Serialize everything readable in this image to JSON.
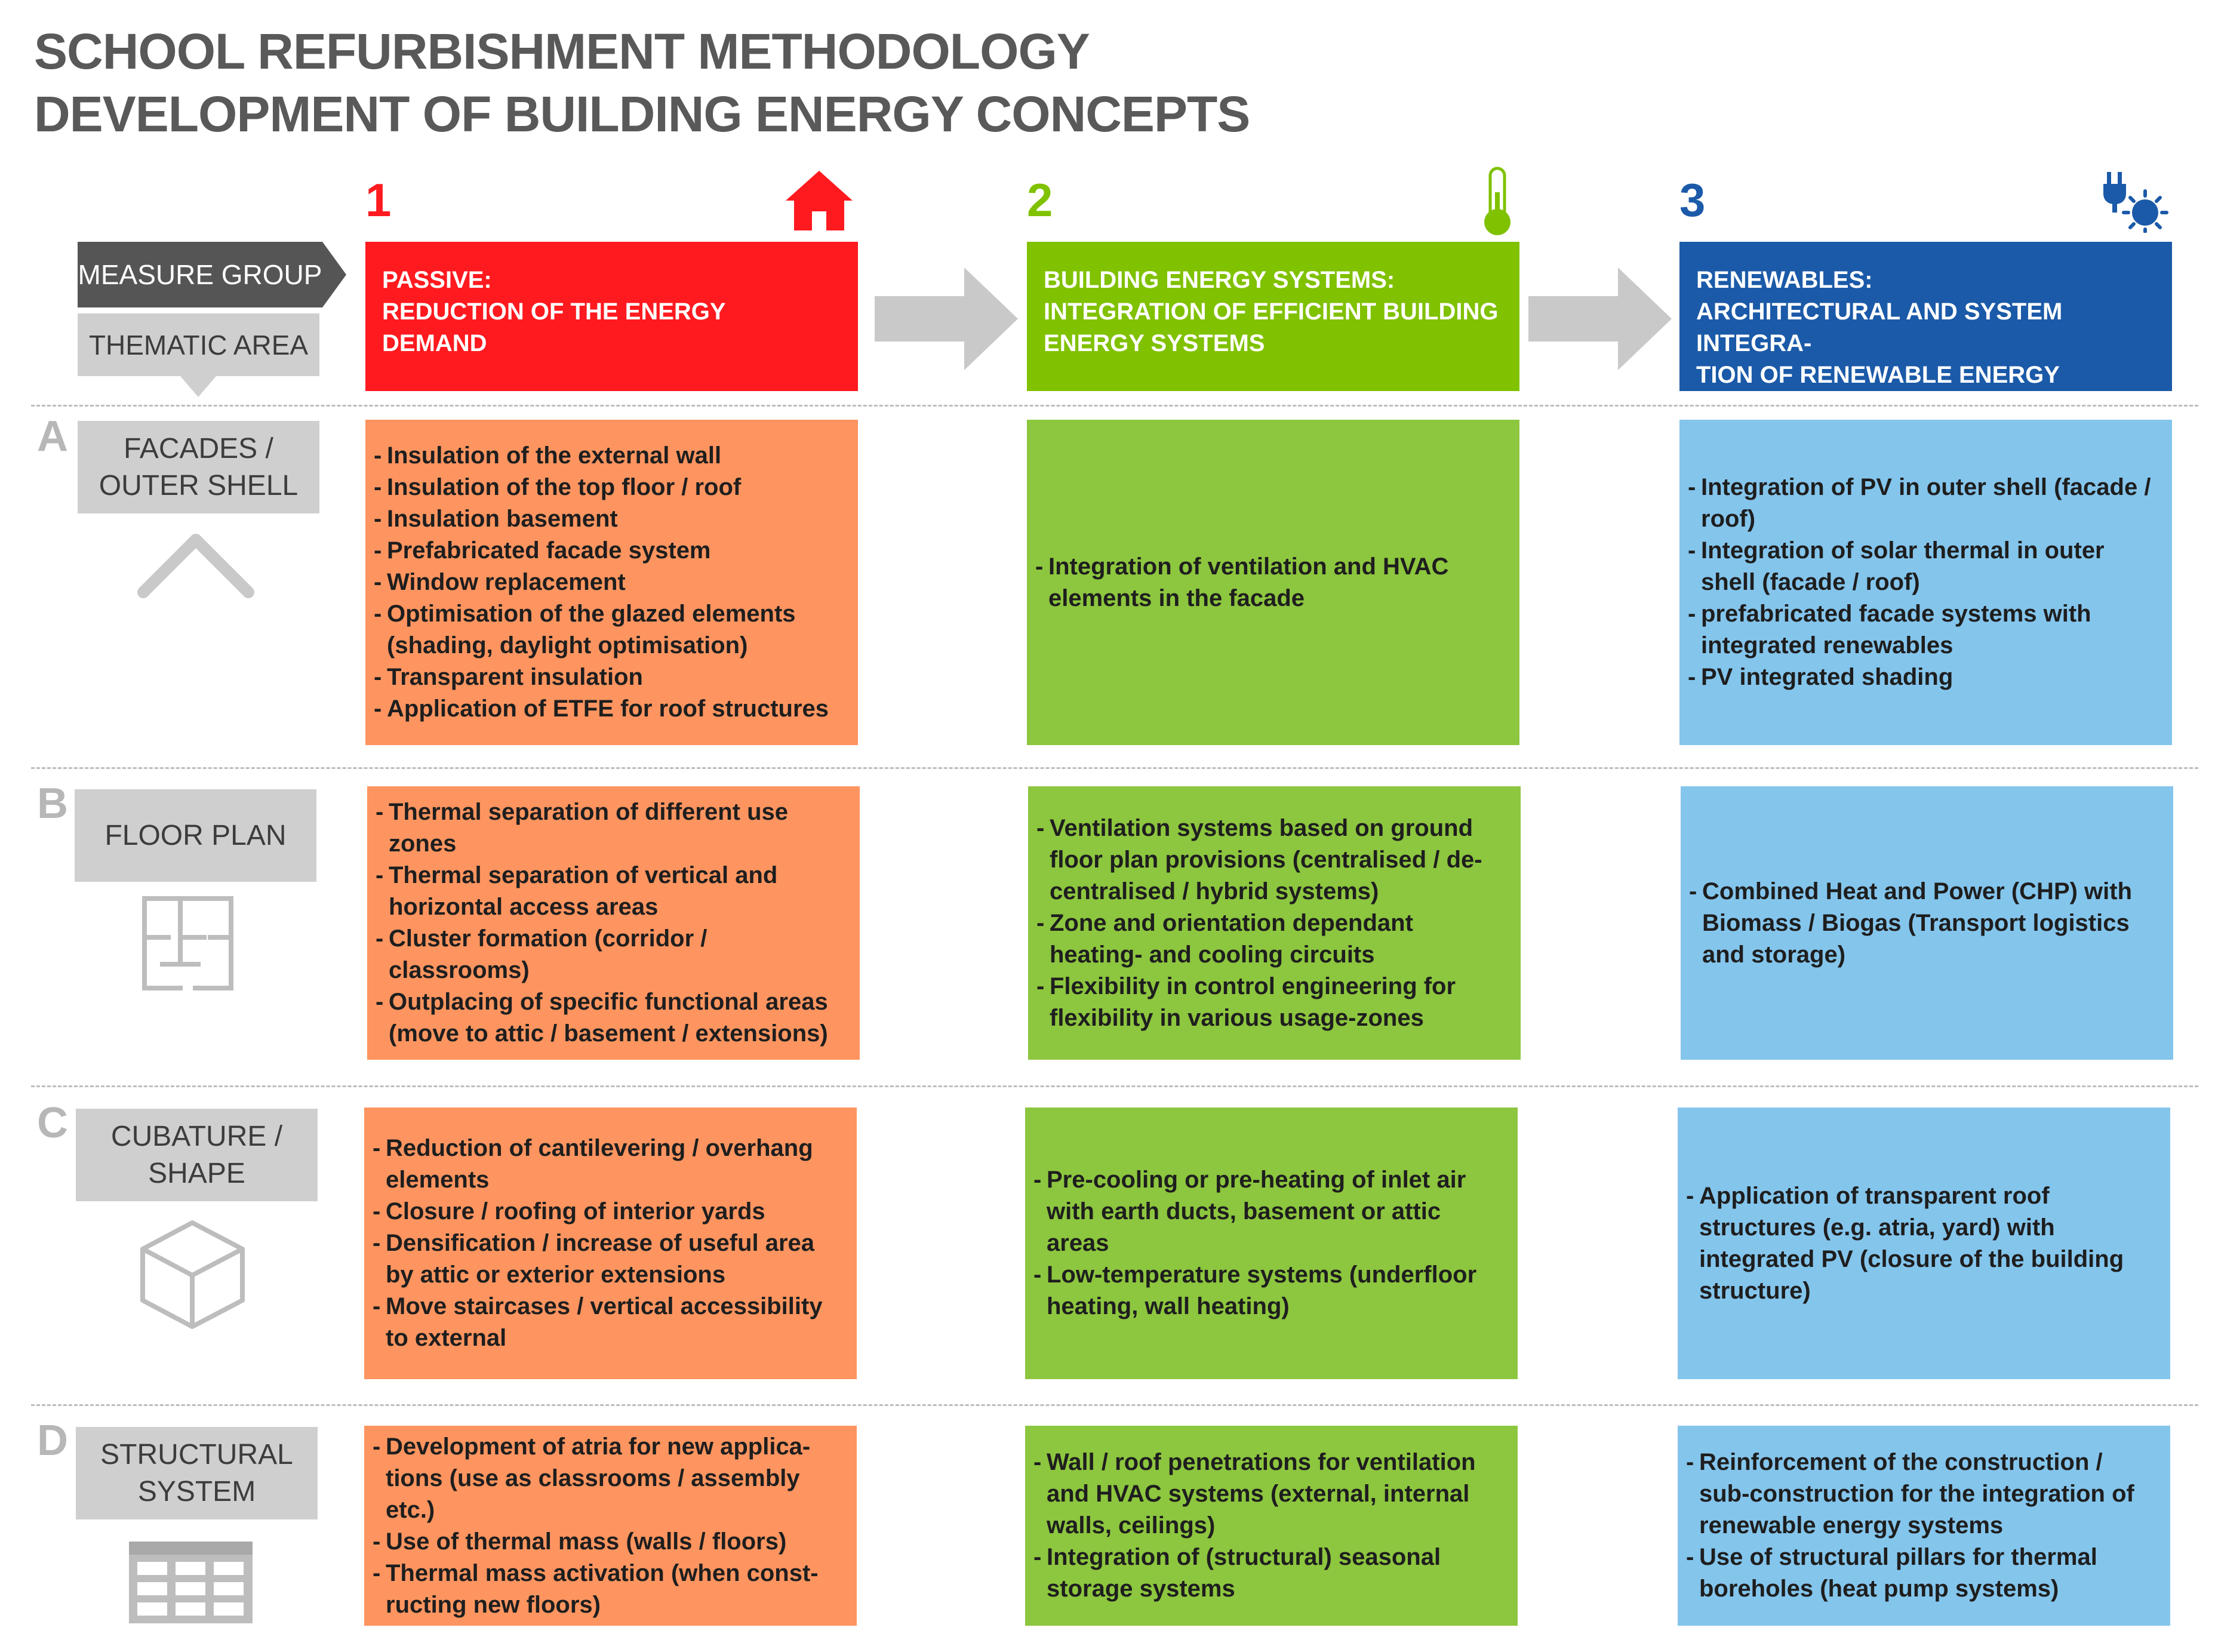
{
  "title": {
    "line1": "SCHOOL REFURBISHMENT METHODOLOGY",
    "line2": "DEVELOPMENT OF BUILDING ENERGY CONCEPTS"
  },
  "legend": {
    "measure_group": "MEASURE GROUP",
    "thematic_area": "THEMATIC AREA"
  },
  "colors": {
    "passive": "#fe1a1f",
    "systems": "#80c100",
    "renewables": "#1b5aa8",
    "passive_cells": "#fe9560",
    "systems_cells": "#8dc63f",
    "renewables_cells": "#84c5ec",
    "tag_gray": "#cfcfcf",
    "measure_group_dark": "#555555",
    "arrow_gray": "#c9c9c9"
  },
  "groups": [
    {
      "number": "1",
      "icon": "house-icon",
      "header": "PASSIVE:\nREDUCTION OF THE ENERGY\nDEMAND"
    },
    {
      "number": "2",
      "icon": "thermometer-icon",
      "header": "BUILDING ENERGY SYSTEMS:\nINTEGRATION OF EFFICIENT BUILDING\nENERGY SYSTEMS"
    },
    {
      "number": "3",
      "icon": "plug-sun-icon",
      "header": "RENEWABLES:\nARCHITECTURAL AND SYSTEM INTEGRA-\nTION OF RENEWABLE ENERGY SYSTEMS"
    }
  ],
  "rows": [
    {
      "letter": "A",
      "area": "FACADES /\nOUTER SHELL",
      "icon": "roof-chevron-icon",
      "cells": [
        [
          "Insulation of the external wall",
          "Insulation of the top floor / roof",
          "Insulation basement",
          "Prefabricated facade system",
          "Window replacement",
          "Optimisation of the glazed elements (shading, daylight optimisation)",
          "Transparent insulation",
          "Application of ETFE for roof structures"
        ],
        [
          "Integration of ventilation and HVAC elements in the facade"
        ],
        [
          "Integration of PV in outer shell (facade / roof)",
          "Integration of solar thermal in outer shell (facade / roof)",
          "prefabricated facade systems with integrated renewables",
          "PV integrated shading"
        ]
      ]
    },
    {
      "letter": "B",
      "area": "FLOOR PLAN",
      "icon": "floor-plan-icon",
      "cells": [
        [
          "Thermal separation of different use zones",
          "Thermal separation of vertical and horizontal access areas",
          "Cluster formation (corridor / classrooms)",
          "Outplacing of specific functional areas (move to attic / basement / extensions)"
        ],
        [
          "Ventilation systems based on ground floor plan provisions (centralised / de-centralised / hybrid systems)",
          "Zone and orientation dependant heating- and cooling circuits",
          "Flexibility in control engineering for flexibility in various usage-zones"
        ],
        [
          "Combined Heat and Power (CHP) with Biomass / Biogas (Transport logistics and storage)"
        ]
      ]
    },
    {
      "letter": "C",
      "area": "CUBATURE /\nSHAPE",
      "icon": "cube-icon",
      "cells": [
        [
          "Reduction of cantilevering / overhang elements",
          "Closure / roofing of interior yards",
          "Densification / increase of useful area by attic or exterior extensions",
          "Move staircases / vertical accessibility to external"
        ],
        [
          "Pre-cooling or pre-heating of inlet air with earth ducts, basement or attic areas",
          "Low-temperature systems (underfloor heating, wall heating)"
        ],
        [
          "Application of transparent roof structures (e.g. atria, yard) with integrated PV (closure of the building structure)"
        ]
      ]
    },
    {
      "letter": "D",
      "area": "STRUCTURAL\nSYSTEM",
      "icon": "grid-icon",
      "cells": [
        [
          "Development of atria for new applica- tions (use as classrooms / assembly etc.)",
          "Use of thermal mass (walls / floors)",
          "Thermal mass activation (when const- ructing new floors)"
        ],
        [
          "Wall / roof penetrations for ventilation and HVAC systems (external, internal walls, ceilings)",
          "Integration of (structural) seasonal storage systems"
        ],
        [
          "Reinforcement of the construction / sub-construction for the integration of renewable energy systems",
          "Use of structural pillars for thermal boreholes (heat pump systems)"
        ]
      ]
    }
  ]
}
